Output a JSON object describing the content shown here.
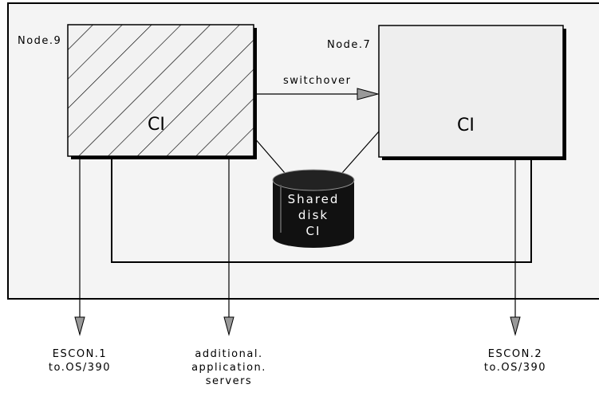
{
  "nodes": [
    {
      "name": "Node.9",
      "component": "CI",
      "state": "hatched"
    },
    {
      "name": "Node.7",
      "component": "CI",
      "state": "plain"
    }
  ],
  "arrow_label": "switchover",
  "shared_disk": {
    "lines": [
      "Shared",
      "disk",
      "CI"
    ]
  },
  "outputs": [
    {
      "lines": [
        "ESCON.1",
        "to.OS/390"
      ]
    },
    {
      "lines": [
        "additional.",
        "application.",
        "servers"
      ]
    },
    {
      "lines": [
        "ESCON.2",
        "to.OS/390"
      ]
    }
  ],
  "colors": {
    "frame_fill": "#f4f4f4",
    "node9_fill": "#f2f2f2",
    "node7_fill": "#eeeeee",
    "disk": "#111111",
    "arrow_head": "#999999"
  }
}
